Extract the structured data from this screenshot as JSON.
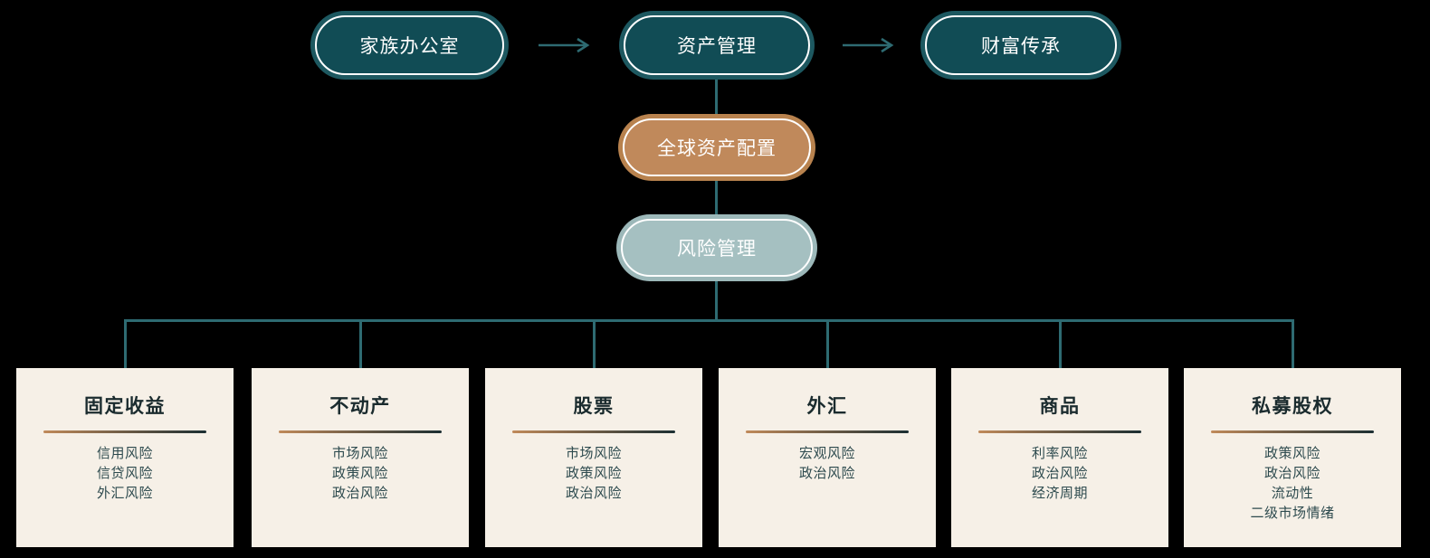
{
  "flow": {
    "nodes": [
      {
        "label": "家族办公室"
      },
      {
        "label": "资产管理"
      },
      {
        "label": "财富传承"
      }
    ],
    "sub_nodes": [
      {
        "label": "全球资产配置"
      },
      {
        "label": "风险管理"
      }
    ]
  },
  "cards": [
    {
      "title": "固定收益",
      "items": [
        "信用风险",
        "信贷风险",
        "外汇风险"
      ]
    },
    {
      "title": "不动产",
      "items": [
        "市场风险",
        "政策风险",
        "政治风险"
      ]
    },
    {
      "title": "股票",
      "items": [
        "市场风险",
        "政策风险",
        "政治风险"
      ]
    },
    {
      "title": "外汇",
      "items": [
        "宏观风险",
        "政治风险"
      ]
    },
    {
      "title": "商品",
      "items": [
        "利率风险",
        "政治风险",
        "经济周期"
      ]
    },
    {
      "title": "私募股权",
      "items": [
        "政策风险",
        "政治风险",
        "流动性",
        "二级市场情绪"
      ]
    }
  ],
  "colors": {
    "background": "#000000",
    "node_teal_fill": "#114c55",
    "node_teal_ring": "#1d5860",
    "node_tan_fill": "#c0895b",
    "node_tan_ring": "#b8824e",
    "node_gray_fill": "#a5c0c1",
    "node_gray_ring": "#9cb8b9",
    "node_inner_ring": "#ffffff",
    "connector": "#2e6b72",
    "card_background": "#f6f0e7",
    "card_title_text": "#1a2b2e",
    "card_item_text": "#2d4a4e",
    "divider_gradient_from": "#c08a5a",
    "divider_gradient_to": "#1b2e32"
  }
}
